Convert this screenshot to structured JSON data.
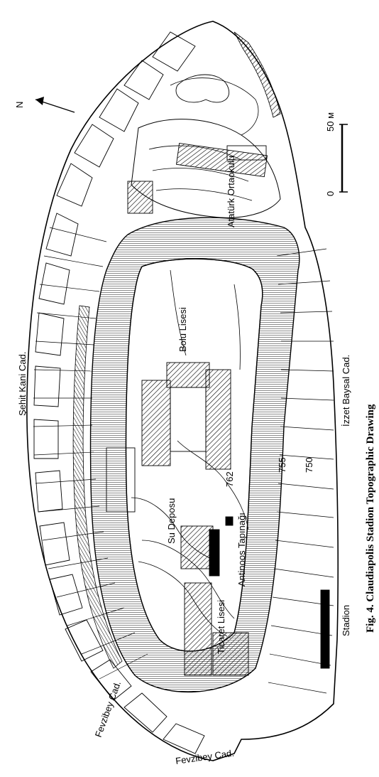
{
  "figure": {
    "caption": "Fig. 4. Claudiapolis Stadion Topographic Drawing"
  },
  "north_arrow": {
    "label": "N"
  },
  "scale_bar": {
    "label_zero": "0",
    "label_end": "50 м"
  },
  "labels": {
    "ataturk_ortaokulu": "Atatürk Ortaokulu",
    "bolu_lisesi": "Bolu Lisesi",
    "su_deposu": "Su Deposu",
    "ticaret_lisesi": "Ticaret Lisesi",
    "antinoos_tapinagi": "Antinoos Tapınağı",
    "stadion": "Stadion",
    "izzet_baysal_cad": "İzzet Baysal Cad.",
    "sehit_kani_cad": "Şehit Kani Cad.",
    "fevzibey_cad_left": "Fevzibey Cad.",
    "fevzibey_cad_bottom": "Fevzibey Cad.",
    "contour_762": "762",
    "contour_755": "755",
    "contour_750": "750"
  },
  "colors": {
    "ink": "#000000",
    "paper": "#ffffff"
  }
}
